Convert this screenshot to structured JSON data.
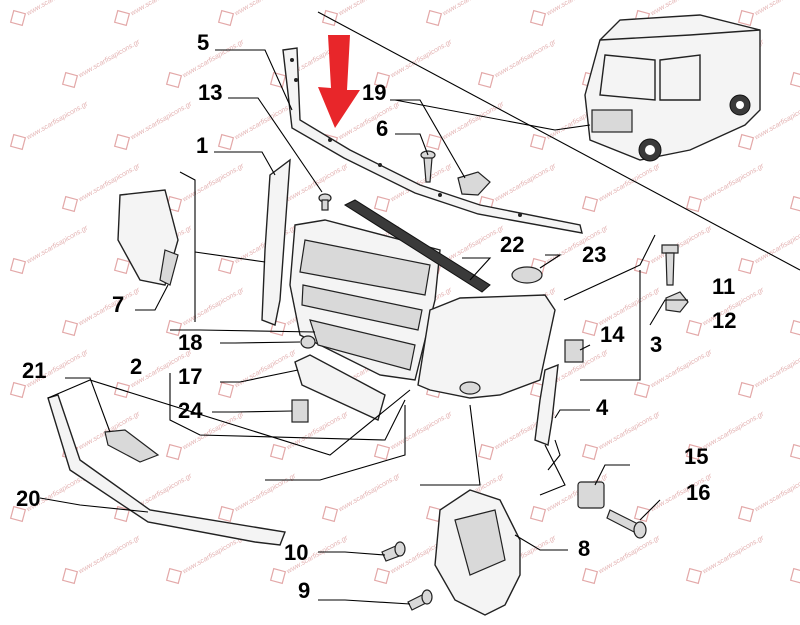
{
  "watermark": {
    "text": "www.scarfisapicons.gr",
    "color": "#e4b4b4"
  },
  "accent": {
    "arrow_color": "#e8262a"
  },
  "callouts": [
    {
      "id": "1",
      "label": "1"
    },
    {
      "id": "2",
      "label": "2"
    },
    {
      "id": "3",
      "label": "3"
    },
    {
      "id": "4",
      "label": "4"
    },
    {
      "id": "5",
      "label": "5"
    },
    {
      "id": "6",
      "label": "6"
    },
    {
      "id": "7",
      "label": "7"
    },
    {
      "id": "8",
      "label": "8"
    },
    {
      "id": "9",
      "label": "9"
    },
    {
      "id": "10",
      "label": "10"
    },
    {
      "id": "11",
      "label": "11"
    },
    {
      "id": "12",
      "label": "12"
    },
    {
      "id": "13",
      "label": "13"
    },
    {
      "id": "14",
      "label": "14"
    },
    {
      "id": "15",
      "label": "15"
    },
    {
      "id": "16",
      "label": "16"
    },
    {
      "id": "17",
      "label": "17"
    },
    {
      "id": "18",
      "label": "18"
    },
    {
      "id": "19",
      "label": "19"
    },
    {
      "id": "20",
      "label": "20"
    },
    {
      "id": "21",
      "label": "21"
    },
    {
      "id": "22",
      "label": "22"
    },
    {
      "id": "23",
      "label": "23"
    },
    {
      "id": "24",
      "label": "24"
    }
  ],
  "icons": {
    "arrow": "red-down-arrow-icon",
    "van": "van-thumbnail-icon"
  }
}
